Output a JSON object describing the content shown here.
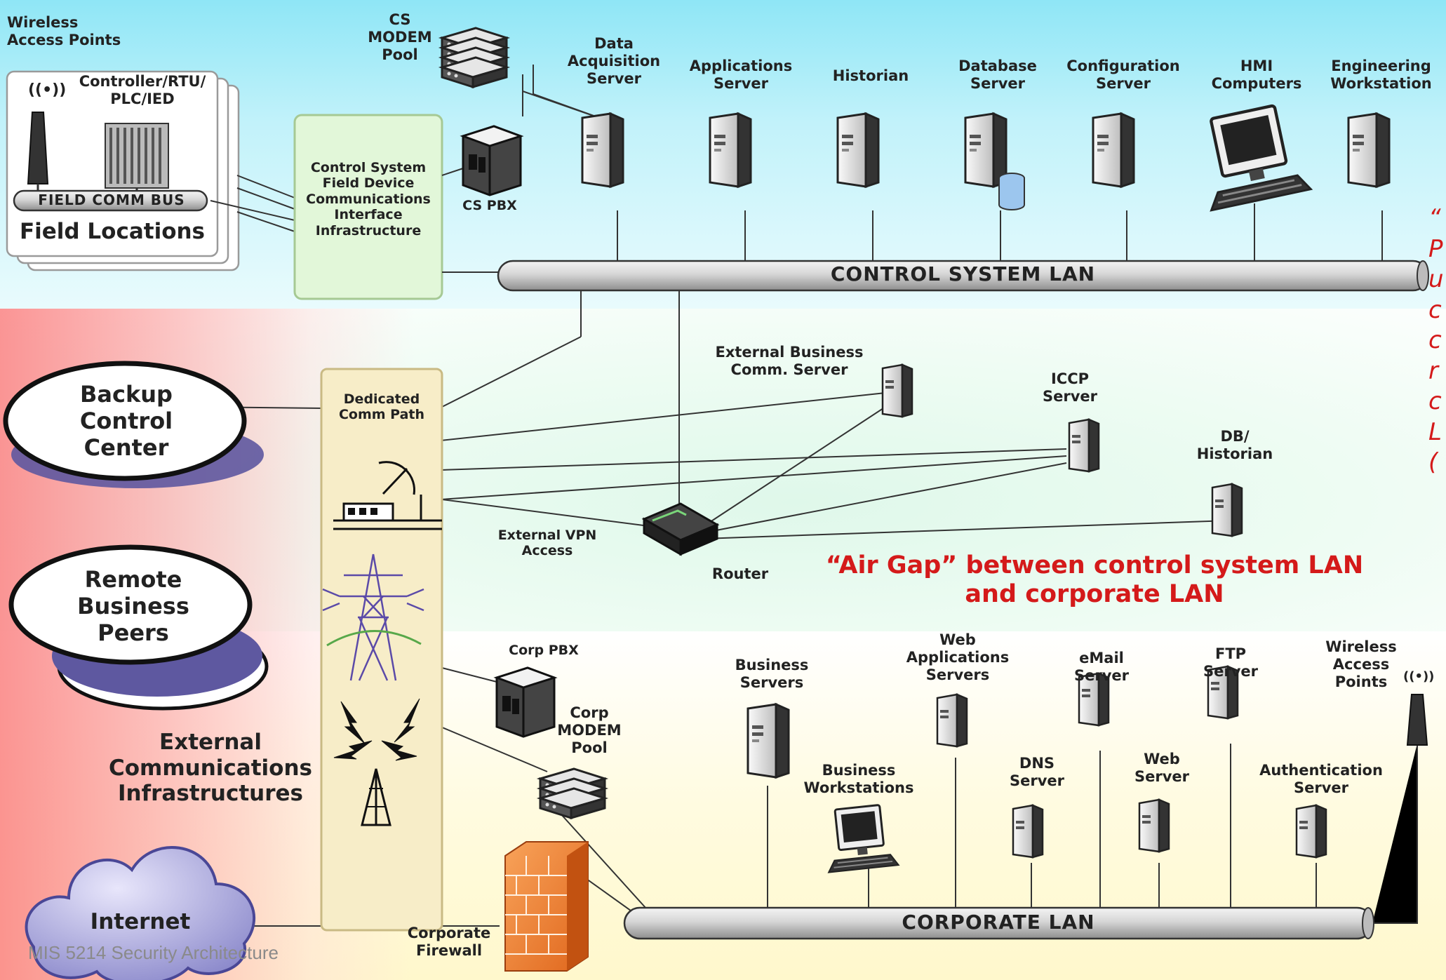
{
  "zones": {
    "control": {
      "color": "#9fe9f7"
    },
    "dmz": {
      "color": "#e6faf0"
    },
    "corporate": {
      "color": "#fff9d6"
    },
    "external": {
      "color": "#f98a8a"
    }
  },
  "top": {
    "wireless_access_points": "Wireless\nAccess Points",
    "controller": "Controller/RTU/\nPLC/IED",
    "field_comm_bus": "FIELD COMM BUS",
    "field_locations": "Field Locations",
    "cs_modem_pool": "CS\nMODEM\nPool",
    "cs_pbx": "CS PBX",
    "cs_interface": "Control System\nField Device\nCommunications\nInterface\nInfrastructure",
    "servers": [
      {
        "label": "Data\nAcquisition\nServer"
      },
      {
        "label": "Applications\nServer"
      },
      {
        "label": "Historian"
      },
      {
        "label": "Database\nServer"
      },
      {
        "label": "Configuration\nServer"
      },
      {
        "label": "HMI\nComputers"
      },
      {
        "label": "Engineering\nWorkstation"
      }
    ],
    "control_lan": "CONTROL SYSTEM LAN"
  },
  "middle": {
    "backup_control_center": "Backup\nControl\nCenter",
    "remote_business_peers": "Remote\nBusiness\nPeers",
    "dedicated_comm_path": "Dedicated\nComm Path",
    "external_comm_infra": "External\nCommunications\nInfrastructures",
    "external_business_comm_server": "External Business\nComm. Server",
    "iccp_server": "ICCP\nServer",
    "db_historian": "DB/\nHistorian",
    "external_vpn_access": "External VPN\nAccess",
    "router": "Router",
    "air_gap_line1": "“Air Gap” between control system LAN",
    "air_gap_line2": "and corporate LAN",
    "side_note": "“\nP\nu\nc\nc\nr\nc\nL\n("
  },
  "bottom": {
    "corp_pbx": "Corp PBX",
    "corp_modem_pool": "Corp\nMODEM\nPool",
    "internet": "Internet",
    "corporate_firewall": "Corporate\nFirewall",
    "business_servers": "Business\nServers",
    "business_workstations": "Business\nWorkstations",
    "web_applications_servers": "Web\nApplications\nServers",
    "dns_server": "DNS\nServer",
    "email_server": "eMail\nServer",
    "web_server": "Web\nServer",
    "ftp_server": "FTP\nServer",
    "authentication_server": "Authentication\nServer",
    "wireless_access_points": "Wireless\nAccess\nPoints",
    "corporate_lan": "CORPORATE LAN"
  },
  "footer": "MIS 5214 Security Architecture"
}
